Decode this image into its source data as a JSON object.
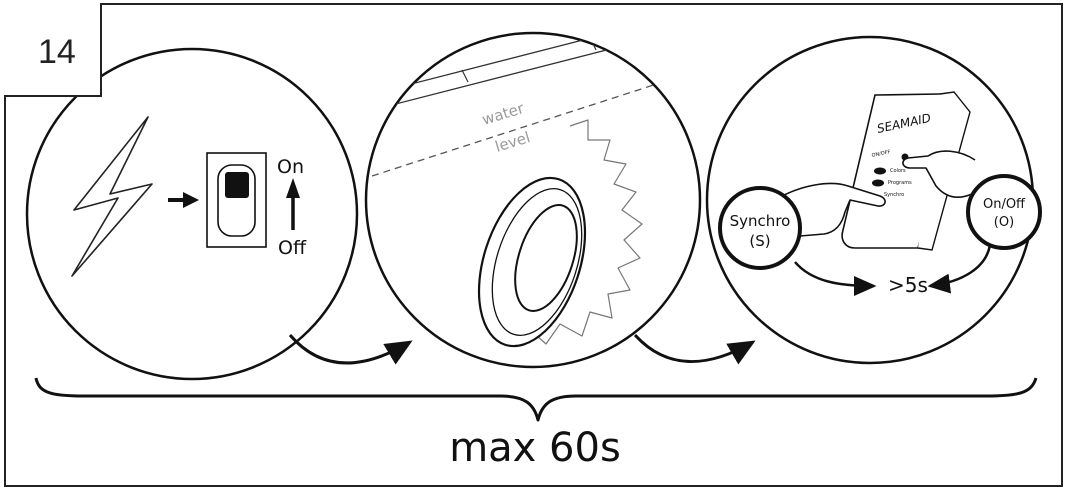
{
  "step_number": "14",
  "panel1": {
    "switch_on_label": "On",
    "switch_off_label": "Off"
  },
  "panel2": {
    "water_label_line1": "water",
    "water_label_line2": "level"
  },
  "panel3": {
    "brand_label": "SEAMAID",
    "device_onoff_label": "ON/OFF",
    "device_colors_label": "Colors",
    "device_programs_label": "Programs",
    "device_synchro_label": "Synchro",
    "synchro_button_line1": "Synchro",
    "synchro_button_line2": "(S)",
    "onoff_button_line1": "On/Off",
    "onoff_button_line2": "(O)",
    "hold_time_label": ">5s"
  },
  "total_time_label": "max 60s"
}
